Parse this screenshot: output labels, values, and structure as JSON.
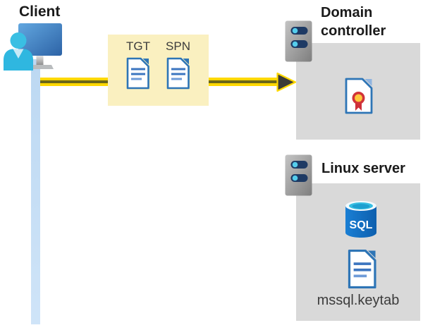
{
  "diagram": {
    "client": {
      "label": "Client"
    },
    "tickets": [
      {
        "label": "TGT",
        "icon": "document-icon"
      },
      {
        "label": "SPN",
        "icon": "document-icon"
      }
    ],
    "domain_controller": {
      "label": "Domain controller",
      "icon": "certificate-icon"
    },
    "linux_server": {
      "label": "Linux server",
      "sql_label": "SQL",
      "keytab_label": "mssql.keytab"
    }
  },
  "colors": {
    "arrow_yellow": "#ffd800",
    "arrow_core": "#6b6718",
    "arrowhead_dark": "#3b3b38",
    "ticket_box_bg": "#faf0c0",
    "zone_bg": "#d9d9d9",
    "client_line_blue": "#c3ddf2",
    "doc_border_blue": "#2e75b6",
    "doc_line_blue": "#3c76c0",
    "server_bar_navy": "#1e3a64",
    "server_dot_cyan": "#55cdec",
    "monitor_blue": "#3c78b9",
    "person_cyan": "#35bde2",
    "sql_body_blue": "#0d65b4",
    "sql_top_cyan": "#35bee2",
    "cert_red": "#d13438",
    "cert_gold": "#ffc83d",
    "label_text": "#3c3c3c",
    "title_text": "#1a1a1a"
  }
}
